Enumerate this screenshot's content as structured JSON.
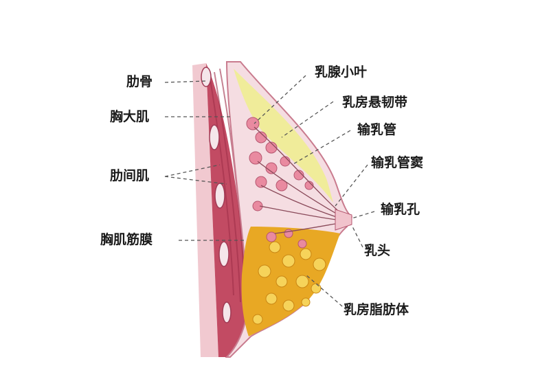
{
  "labels": {
    "rib": "肋骨",
    "pectoralis_major": "胸大肌",
    "intercostal_muscle": "肋间肌",
    "pectoral_fascia": "胸肌筋膜",
    "lobule": "乳腺小叶",
    "suspensory_ligament": "乳房悬韧带",
    "lactiferous_duct": "输乳管",
    "lactiferous_sinus": "输乳管窦",
    "duct_opening": "输乳孔",
    "nipple": "乳头",
    "fat_body": "乳房脂肪体"
  },
  "colors": {
    "muscle": "#c24b63",
    "muscle_light": "#dc8a9a",
    "skin": "#f3d3d8",
    "fat": "#e8a824",
    "fat_light": "#f6d35a",
    "pale_yellow": "#f0ec9a",
    "gland": "#e98aa0",
    "leader_line": "#555555"
  }
}
